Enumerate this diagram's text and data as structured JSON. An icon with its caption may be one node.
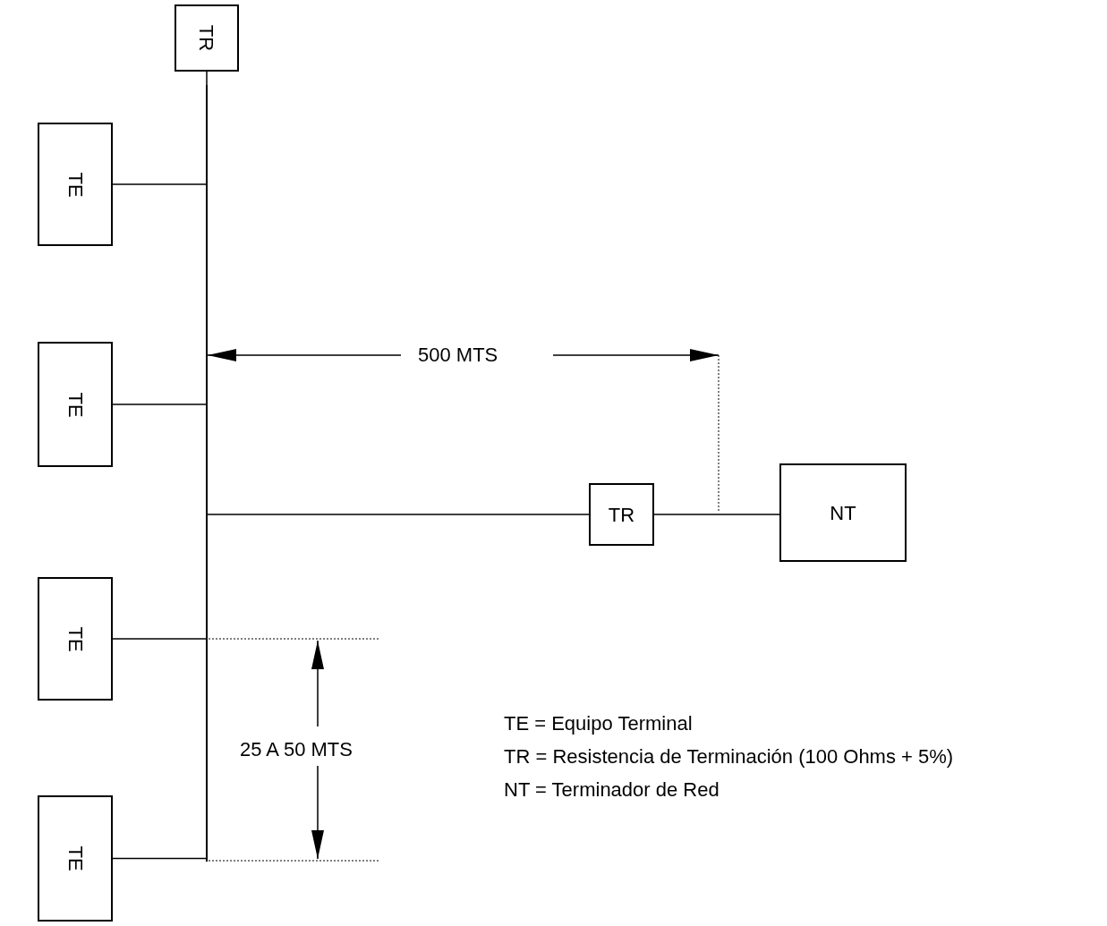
{
  "diagram": {
    "nodes": [
      {
        "text": [
          "TR"
        ]
      },
      {
        "text": [
          "TE"
        ]
      },
      {
        "text": [
          "TE"
        ]
      },
      {
        "text": [
          "TE"
        ]
      },
      {
        "text": [
          "TE"
        ]
      },
      {
        "text": [
          "TR"
        ]
      },
      {
        "text": [
          "NT"
        ]
      },
      {
        "text": [],
        "shape": "bar"
      }
    ],
    "edges": [
      {
        "from": 0,
        "to": 7,
        "arrow": "none"
      },
      {
        "from": 1,
        "to": 7,
        "arrow": "none"
      },
      {
        "from": 2,
        "to": 7,
        "arrow": "none"
      },
      {
        "from": 3,
        "to": 7,
        "arrow": "none"
      },
      {
        "from": 4,
        "to": 7,
        "arrow": "none"
      },
      {
        "from": 7,
        "to": 5,
        "arrow": "none"
      },
      {
        "from": 5,
        "to": 6,
        "arrow": "none"
      }
    ],
    "labels": [
      "500 MTS",
      "25 A 50 MTS",
      "TE = Equipo Terminal",
      "TR = Resistencia de Terminación (100 Ohms + 5%)",
      "NT = Terminador de Red"
    ]
  }
}
